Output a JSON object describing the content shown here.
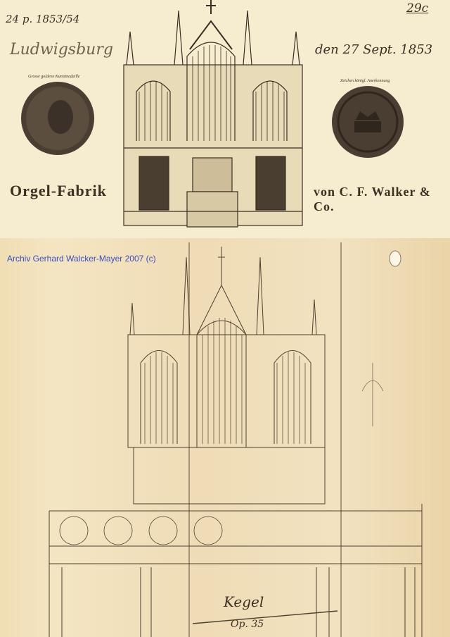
{
  "letterhead": {
    "ref_note": "24 p. 1853/54",
    "page_number": "29c",
    "place": "Ludwigsburg",
    "date": "den 27 Sept. 1853",
    "left_title": "Orgel-Fabrik",
    "right_title": "von C. F. Walker & Co.",
    "left_medal_text": "Grosse goldene Kunstmedaille",
    "right_medal_text": "Zeichen königl. Anerkennung"
  },
  "watermark": "Archiv Gerhard Walcker-Mayer 2007 (c)",
  "drawing": {
    "signature": "Kegel",
    "opus": "Op. 35"
  }
}
